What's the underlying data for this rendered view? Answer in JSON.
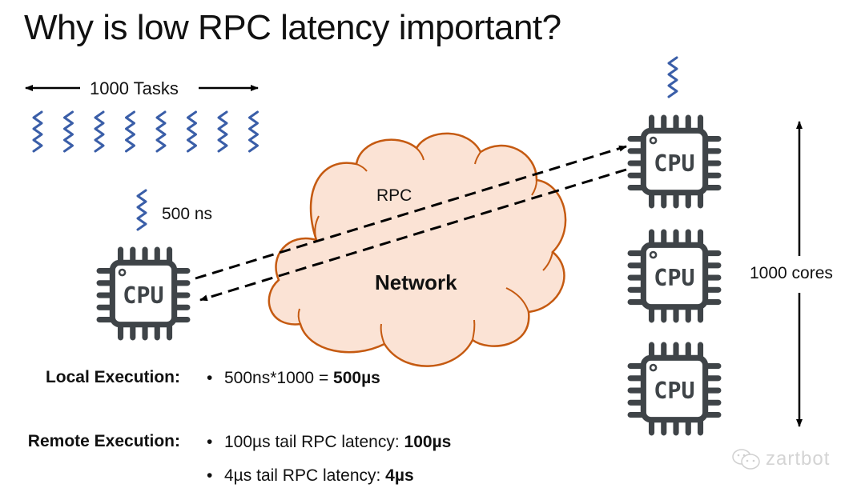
{
  "title": "Why is low RPC latency important?",
  "labels": {
    "tasks": "1000 Tasks",
    "task_time": "500 ns",
    "rpc": "RPC",
    "network": "Network",
    "cores": "1000 cores",
    "cpu_chip_text": "CPU"
  },
  "task_count_shown": 8,
  "remote_cpu_count_shown": 3,
  "local_execution": {
    "label": "Local Execution:",
    "bullets": [
      {
        "text": "500ns*1000 = ",
        "bold": "500µs"
      }
    ]
  },
  "remote_execution": {
    "label": "Remote Execution:",
    "bullets": [
      {
        "text": "100µs tail RPC latency: ",
        "bold": "100µs"
      },
      {
        "text": "4µs tail RPC latency: ",
        "bold": "4µs"
      }
    ]
  },
  "bullet_char": "•",
  "watermark": "zartbot",
  "colors": {
    "task_wave": "#3a5ea8",
    "cpu_icon": "#3f4448",
    "cloud_fill": "#fbe3d5",
    "cloud_stroke": "#c55a11",
    "arrow": "#000000"
  }
}
